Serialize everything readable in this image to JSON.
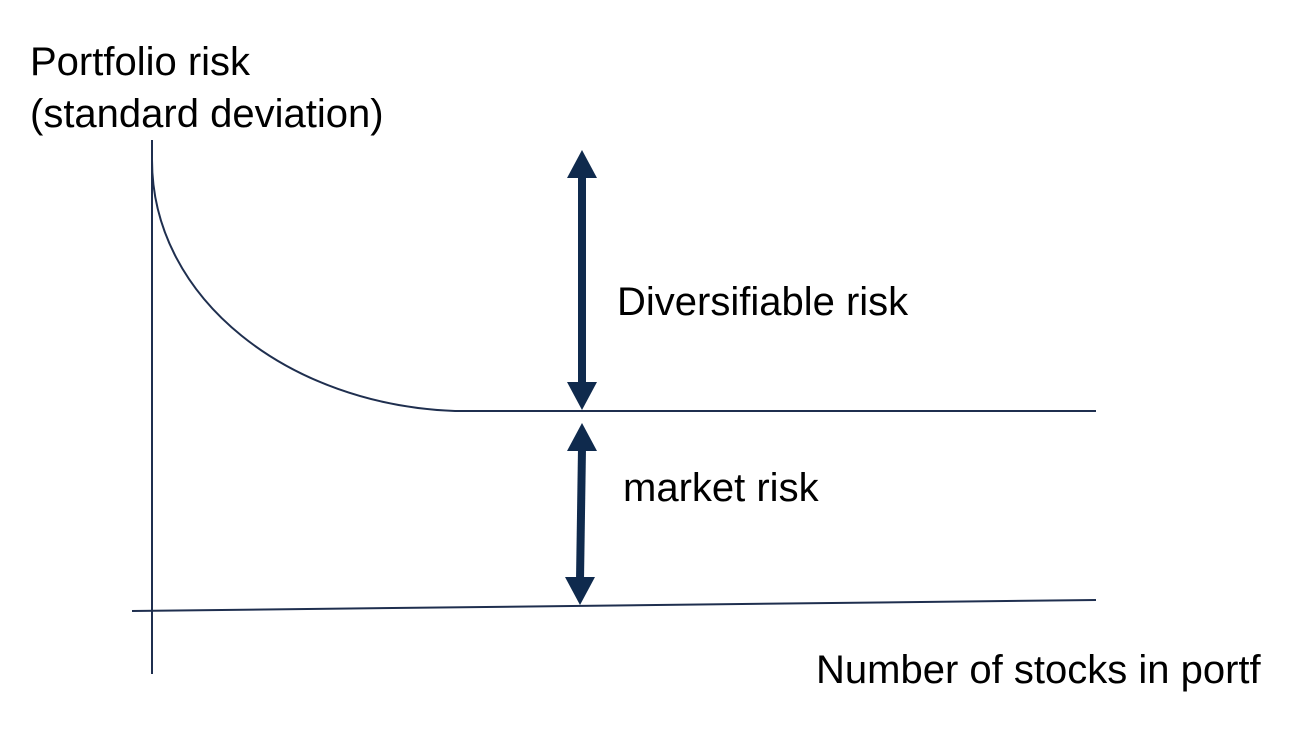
{
  "diagram": {
    "y_axis_label_line1": "Portfolio risk",
    "y_axis_label_line2": "(standard deviation)",
    "x_axis_label": "Number of stocks in portf",
    "diversifiable_label": "Diversifiable risk",
    "market_label": "market risk",
    "colors": {
      "line": "#1f2f4f",
      "arrow": "#0f2a4d",
      "text": "#000000",
      "background": "#ffffff"
    }
  }
}
